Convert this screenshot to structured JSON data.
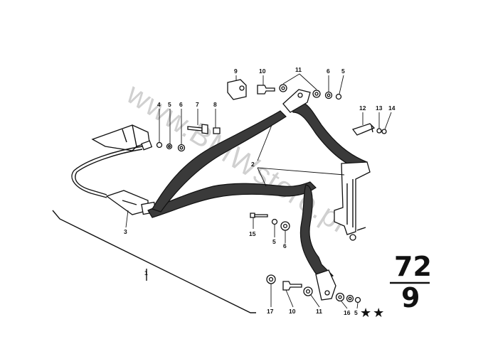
{
  "watermark": "www.BMWstore.pl",
  "page_ref": {
    "group": "72",
    "sheet": "9"
  },
  "stars": "★★",
  "callouts": {
    "c1": "1",
    "c2": "2",
    "c3": "3",
    "c4": "4",
    "c5a": "5",
    "c5b": "5",
    "c5c": "5",
    "c5d": "5",
    "c6a": "6",
    "c6b": "6",
    "c6c": "6",
    "c7": "7",
    "c8": "8",
    "c9": "9",
    "c10a": "10",
    "c10b": "10",
    "c11a": "11",
    "c11b": "11",
    "c12": "12",
    "c13": "13",
    "c14": "14",
    "c15": "15",
    "c16": "16",
    "c17": "17"
  }
}
